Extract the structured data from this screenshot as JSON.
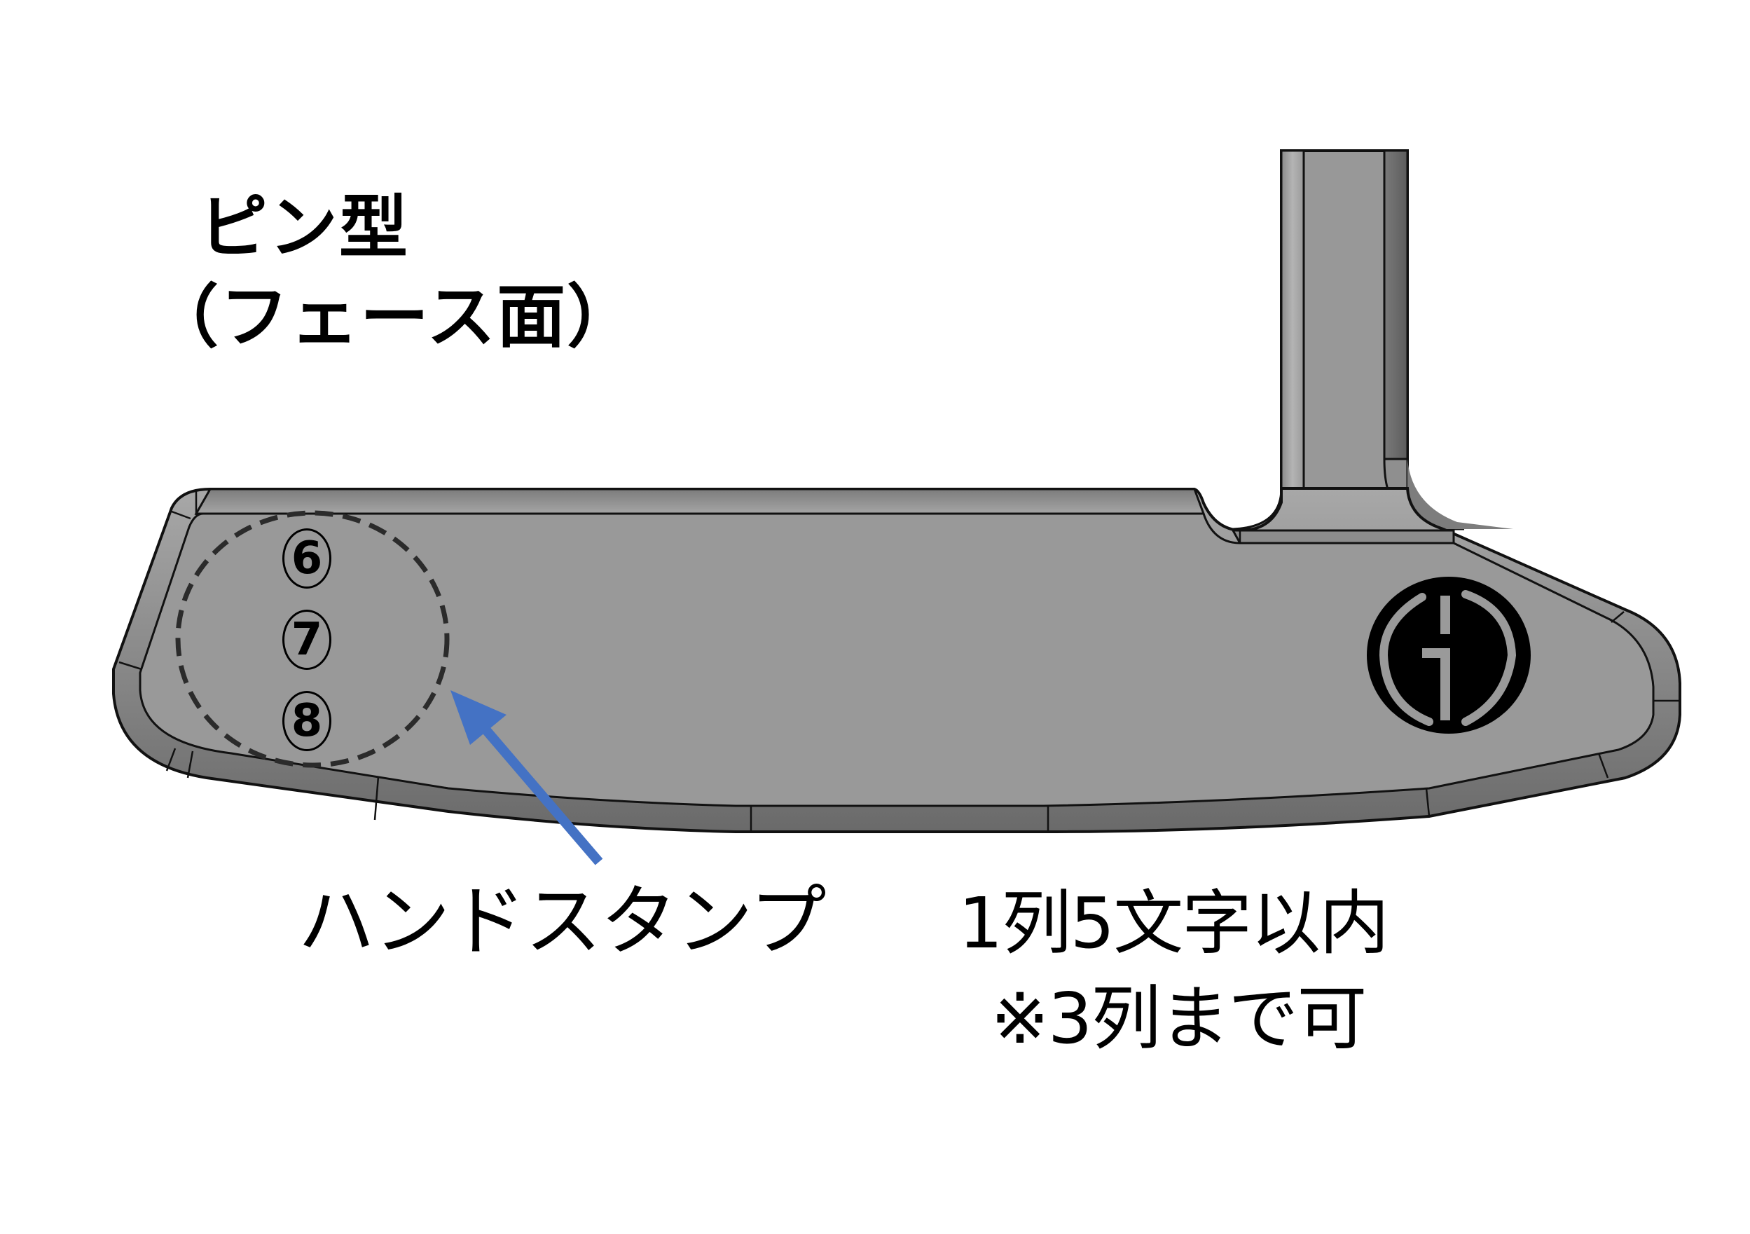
{
  "title": {
    "line1": "ピン型",
    "line2": "（フェース面）"
  },
  "stamp_area": {
    "positions": [
      "6",
      "7",
      "8"
    ],
    "style": "dashed-circle"
  },
  "callout": {
    "label": "ハンドスタンプ",
    "arrow_color": "#4472C4"
  },
  "notes": {
    "line1": "1列5文字以内",
    "line2": "※3列まで可"
  },
  "logo": {
    "name": "GD-logo"
  },
  "colors": {
    "head_fill": "#999999",
    "head_edge": "#111111",
    "dash_circle": "#2b2b2b",
    "arrow": "#4472C4",
    "background": "#ffffff"
  }
}
